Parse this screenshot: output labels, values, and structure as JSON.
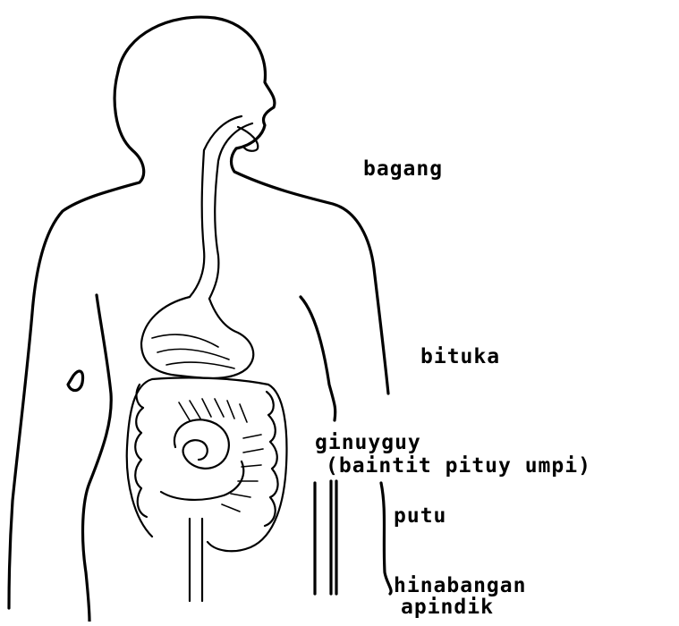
{
  "labels": {
    "mouth": "bagang",
    "stomach": "bituka",
    "large_intestine_line1": "ginuyguy",
    "large_intestine_line2": "(baintit pituy umpi)",
    "small_intestine": "putu",
    "rectum": "hinabangan",
    "appendix": "apindik"
  },
  "colors": {
    "ink": "#000000",
    "paper": "#ffffff"
  }
}
